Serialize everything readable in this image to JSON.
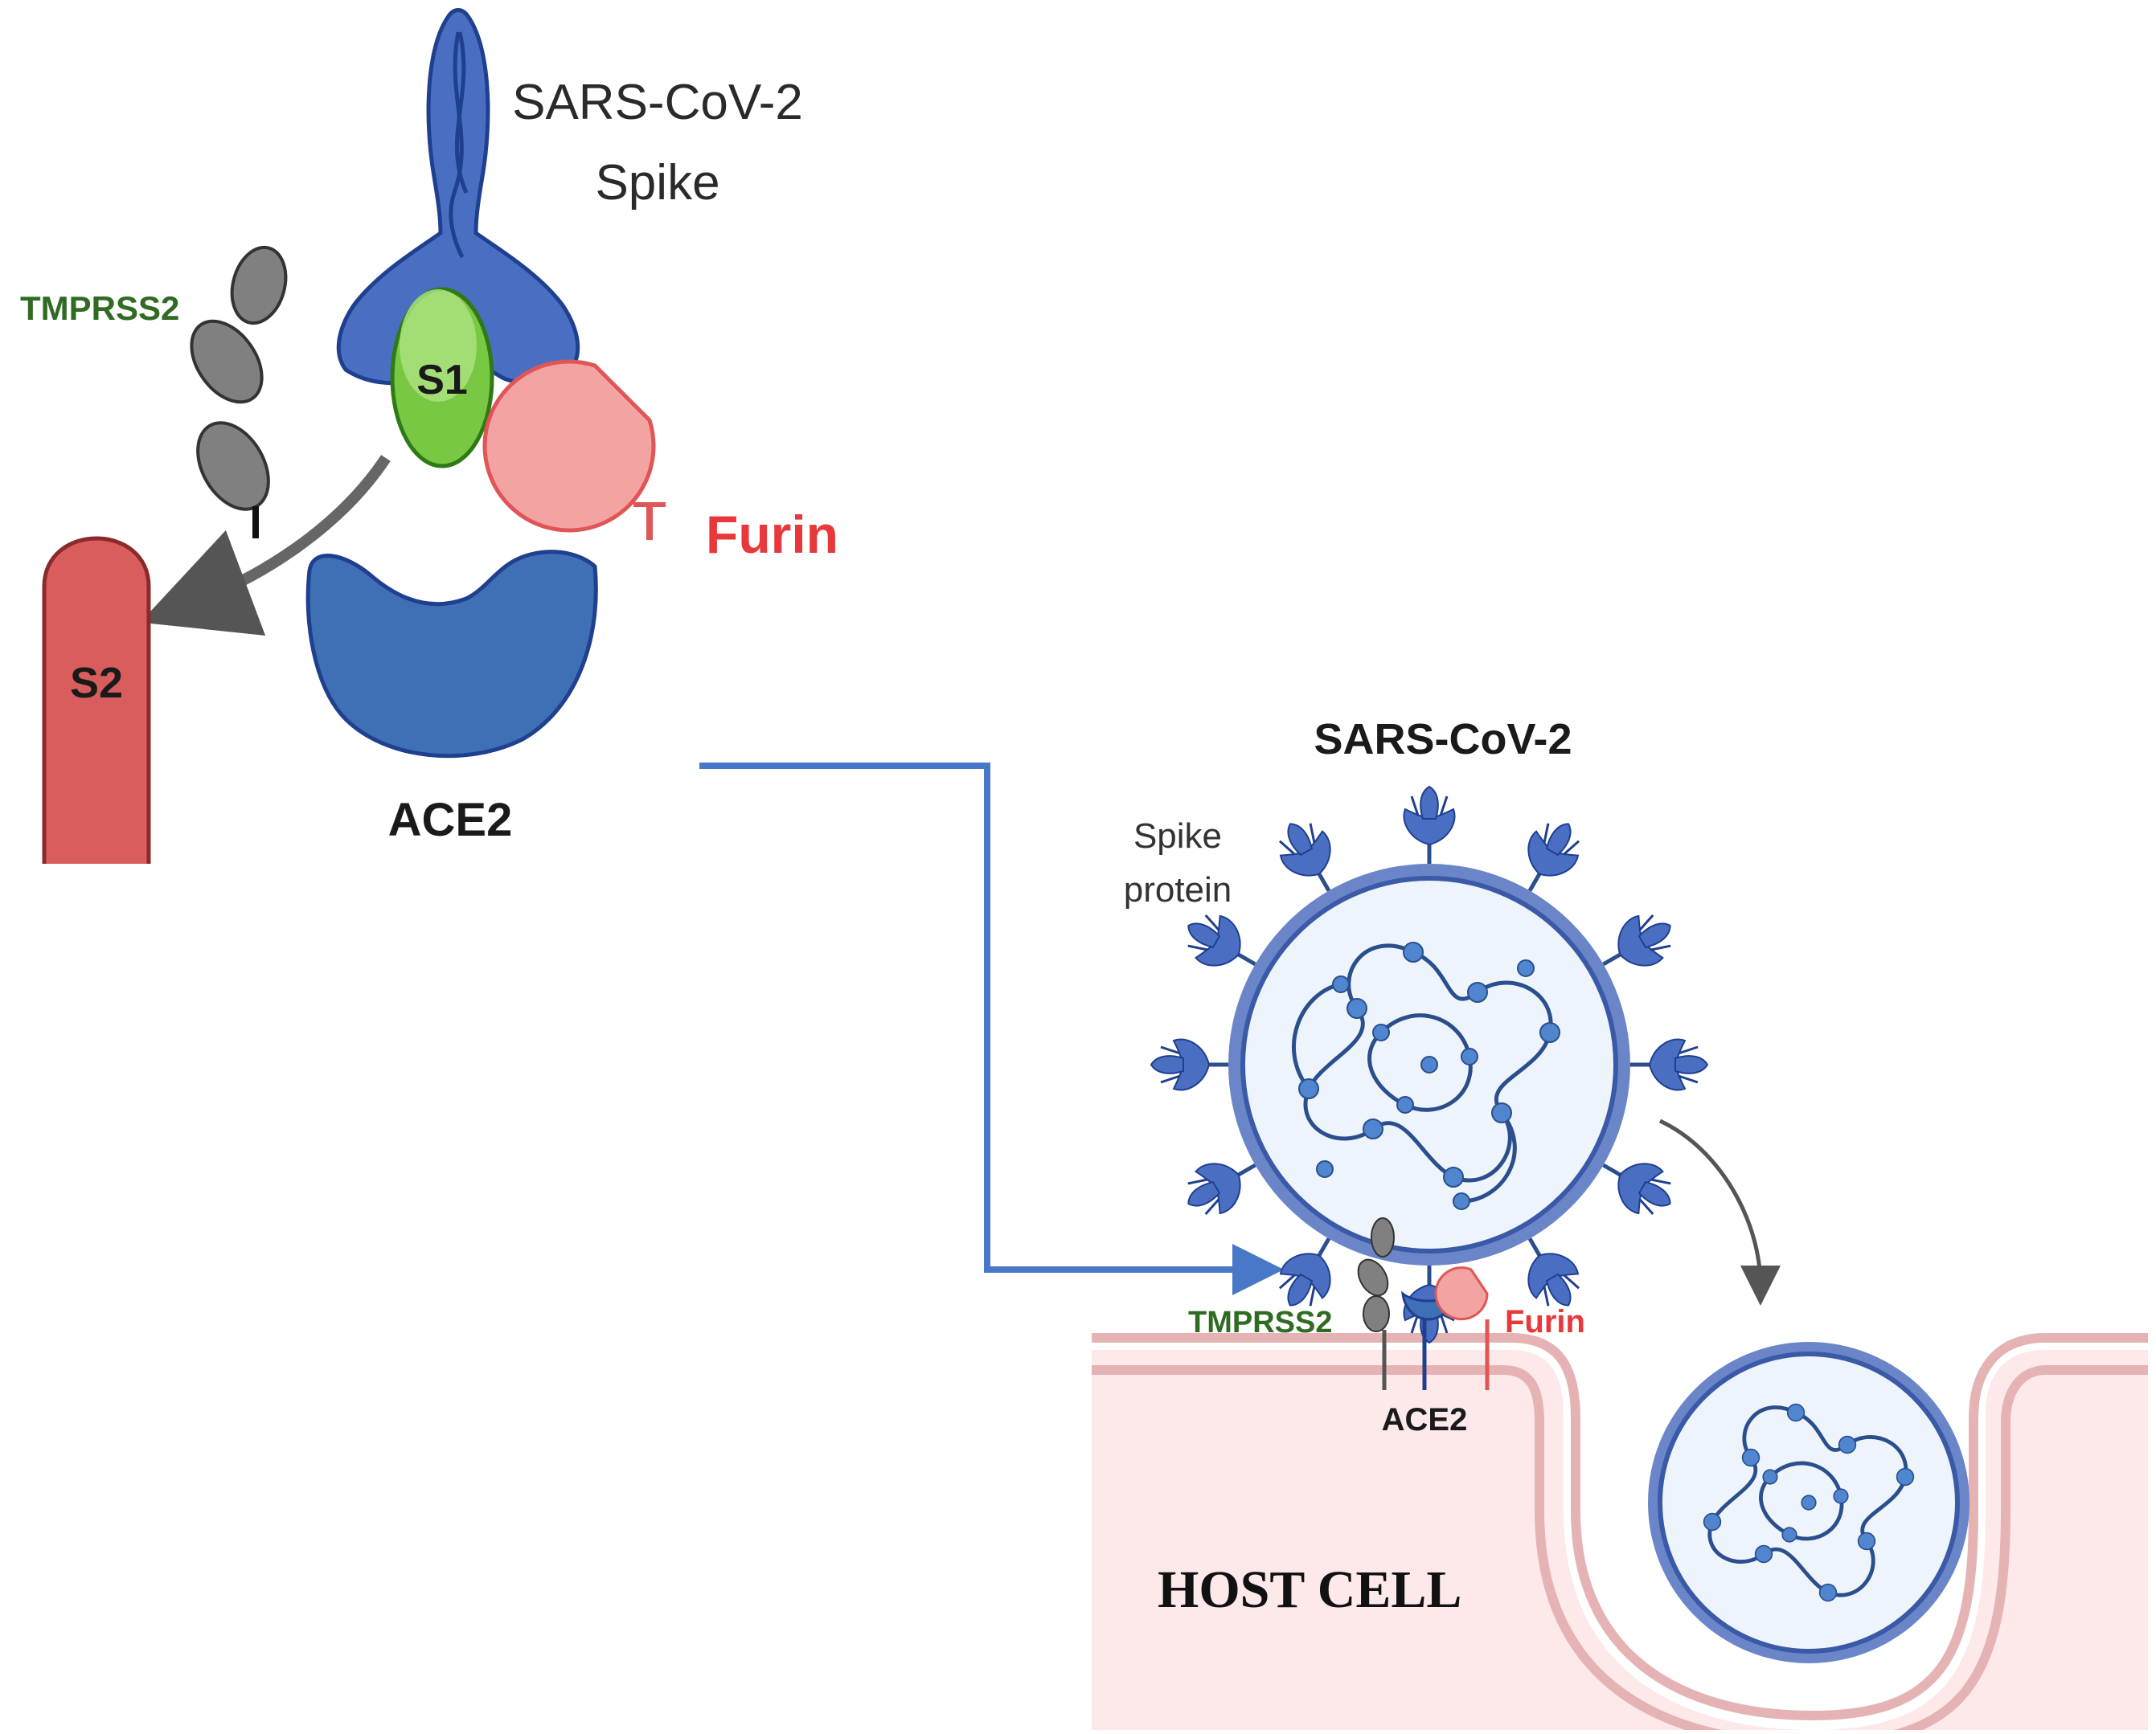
{
  "left_panel": {
    "spike_title_line1": "SARS-CoV-2",
    "spike_title_line2": "Spike",
    "tmprss2": "TMPRSS2",
    "s1": "S1",
    "s2": "S2",
    "furin": "Furin",
    "ace2": "ACE2"
  },
  "right_panel": {
    "virus_title": "SARS-CoV-2",
    "spike_protein_line1": "Spike",
    "spike_protein_line2": "protein",
    "tmprss2": "TMPRSS2",
    "furin": "Furin",
    "ace2": "ACE2",
    "host_cell": "HOST CELL"
  },
  "colors": {
    "spike_blue": "#4a6fc2",
    "spike_outline": "#1f3f8f",
    "s1_green": "#8cd35a",
    "s1_outline": "#2f7a16",
    "tmprss2_gray": "#7a7a7a",
    "s2_red": "#d95d5d",
    "furin_pink": "#f4a3a3",
    "furin_red": "#e8383b",
    "ace2_blue": "#3f6fb5",
    "tmprss2_green": "#2f6b22",
    "connector_blue": "#4a78c9",
    "cell_fill": "#fde9ea",
    "membrane": "#e6b3b5",
    "virion_fill": "#eef4fb",
    "rna_blue": "#2b4e8d",
    "rna_bead": "#4f86cf"
  }
}
